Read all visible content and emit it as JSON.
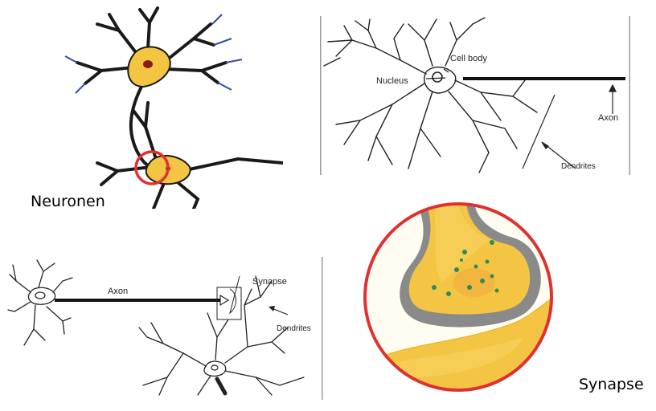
{
  "captions": {
    "neuronen": "Neuronen",
    "synapse": "Synapse"
  },
  "neuron_diagram": {
    "cell_body": "Cell body",
    "nucleus": "Nucleus",
    "axon": "Axon",
    "dendrites": "Dendrites"
  },
  "connection_diagram": {
    "axon": "Axon",
    "synapse": "Synapse",
    "dendrites": "Dendrites"
  },
  "colors": {
    "cell_fill": "#f4c542",
    "nucleus_fill": "#8b1a1a",
    "highlight_ring": "#e03131",
    "membrane_gray": "#8a8a8a",
    "vesicle_green": "#2e8b57"
  }
}
